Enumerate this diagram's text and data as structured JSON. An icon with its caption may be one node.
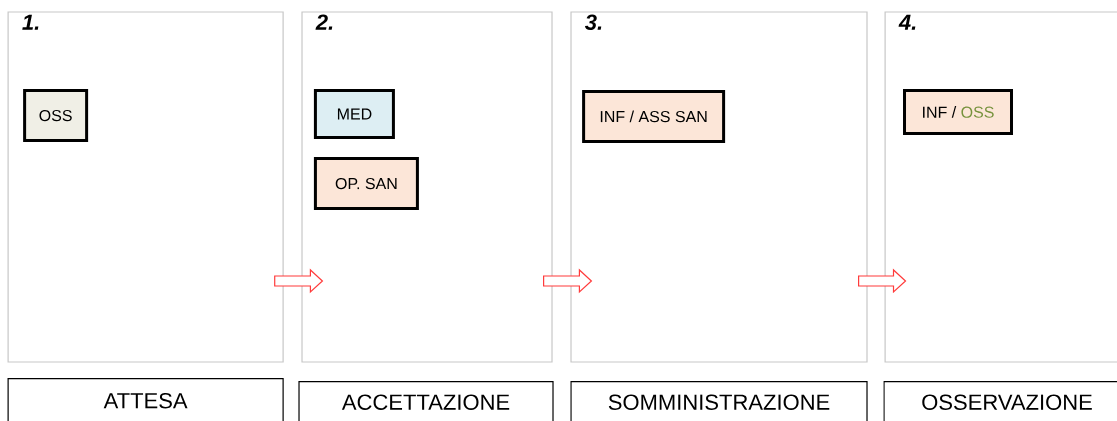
{
  "diagram": {
    "nodes": [
      {
        "text": [
          "1."
        ]
      },
      {
        "text": [
          "OSS"
        ],
        "in": 0
      },
      {
        "text": [
          "2."
        ]
      },
      {
        "text": [
          "MED"
        ],
        "in": 2
      },
      {
        "text": [
          "OP. SAN"
        ],
        "in": 2
      },
      {
        "text": [
          "3."
        ]
      },
      {
        "text": [
          "INF / ASS SAN"
        ],
        "in": 5
      },
      {
        "text": [
          "4."
        ]
      },
      {
        "text": [
          "INF /",
          "OSS"
        ],
        "in": 7
      },
      {
        "text": [
          "ATTESA"
        ]
      },
      {
        "text": [
          "ACCETTAZIONE"
        ]
      },
      {
        "text": [
          "SOMMINISTRAZIONE"
        ]
      },
      {
        "text": [
          "OSSERVAZIONE"
        ]
      }
    ],
    "edges": [
      {
        "from": 0,
        "to": 2,
        "arrow": "to"
      },
      {
        "from": 2,
        "to": 5,
        "arrow": "to"
      },
      {
        "from": 5,
        "to": 7,
        "arrow": "to"
      }
    ]
  }
}
